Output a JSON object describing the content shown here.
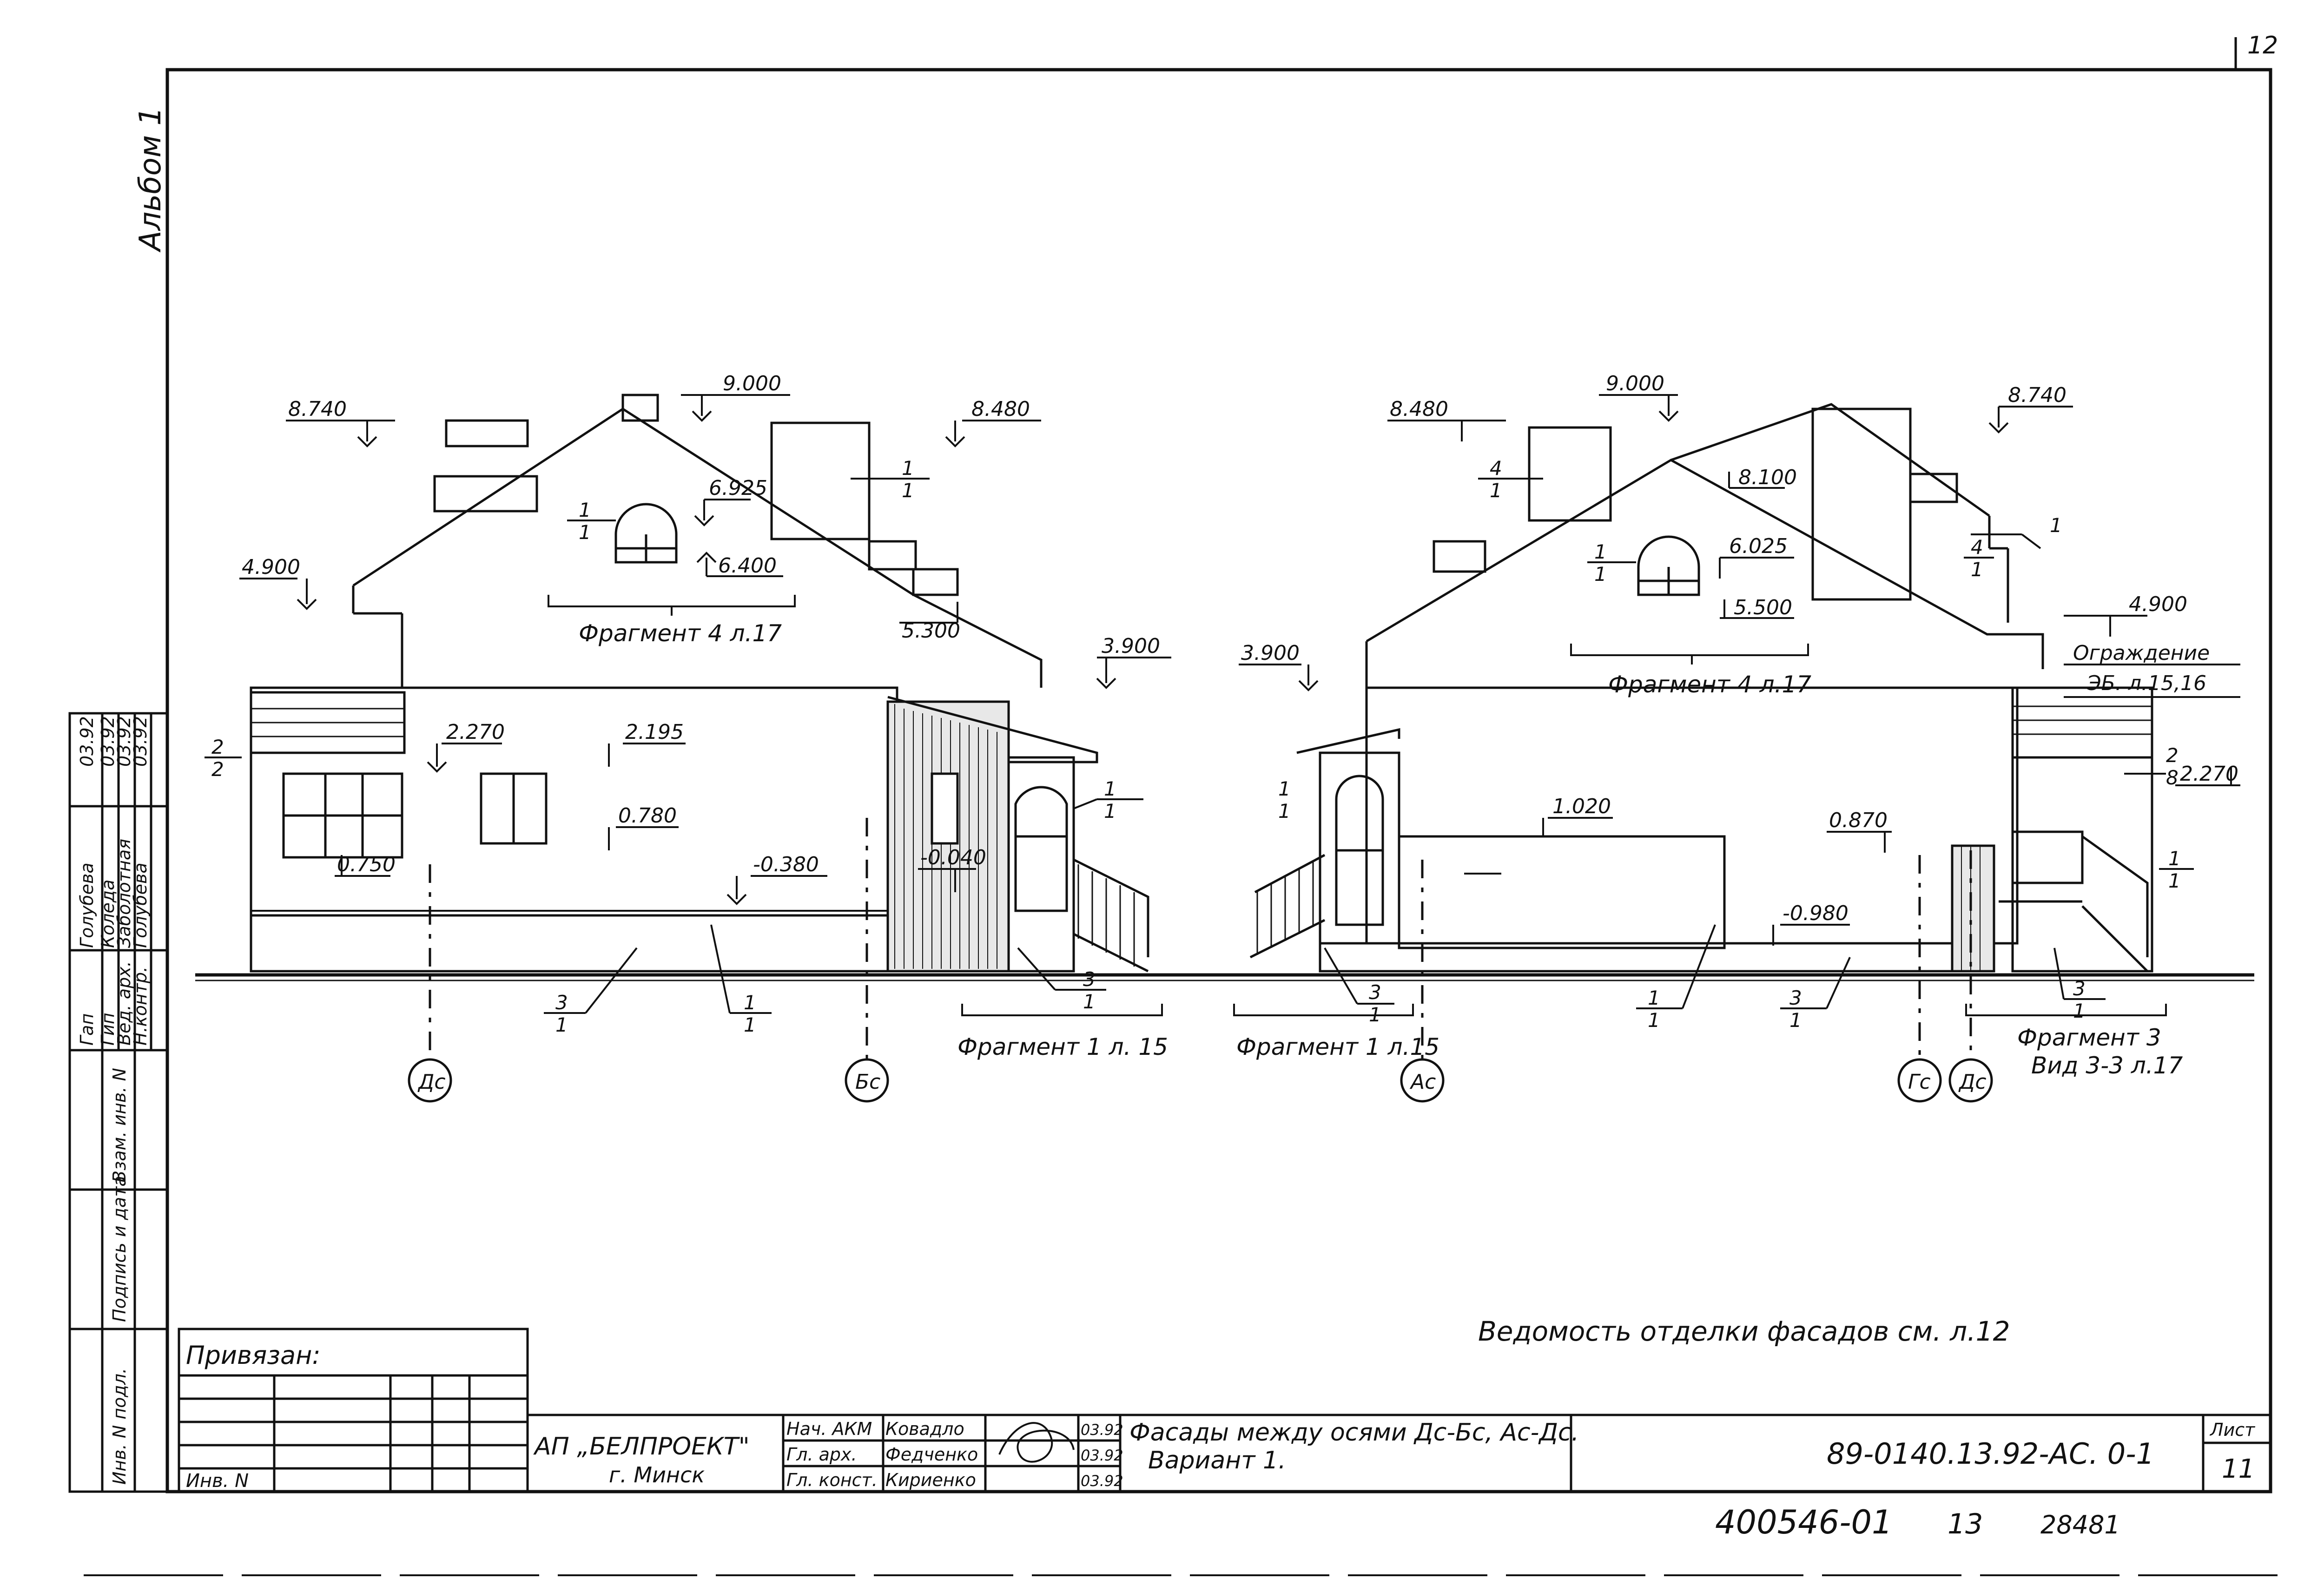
{
  "sheet_number_corner": "12",
  "album_label": "Альбом 1",
  "left_stamp": {
    "names": [
      "Голубева",
      "Коледа",
      "Заболотная",
      "Голубева"
    ],
    "roles": [
      "Гап",
      "Гип",
      "Вед. арх.",
      "Н.контр."
    ],
    "dates": [
      "03.92",
      "03.92",
      "03.92",
      "03.92"
    ],
    "sign_cols": [
      "Взам. инв. N",
      "Подпись и дата",
      "Инв. N подл."
    ]
  },
  "left_elevation": {
    "levels": [
      "8.740",
      "9.000",
      "8.480",
      "6.925",
      "6.400",
      "4.900",
      "5.300",
      "3.900",
      "2.270",
      "2.195",
      "0.780",
      "0.750",
      "-0.380",
      "-0.040"
    ],
    "fractions": [
      {
        "num": "1",
        "den": "1"
      },
      {
        "num": "1",
        "den": "1"
      },
      {
        "num": "2",
        "den": "2"
      },
      {
        "num": "1",
        "den": "1"
      },
      {
        "num": "3",
        "den": "1"
      },
      {
        "num": "1",
        "den": "1"
      },
      {
        "num": "3",
        "den": "1"
      }
    ],
    "fragment_top": "Фрагмент 4 л.17",
    "fragment_bottom": "Фрагмент 1 л. 15",
    "axes": [
      "Дс",
      "Бс"
    ]
  },
  "right_elevation": {
    "levels": [
      "9.000",
      "8.480",
      "8.740",
      "8.100",
      "6.025",
      "5.500",
      "4.900",
      "3.900",
      "1.020",
      "0.870",
      "-0.980",
      "2.270"
    ],
    "fractions": [
      {
        "num": "4",
        "den": "1"
      },
      {
        "num": "1",
        "den": "1"
      },
      {
        "num": "4",
        "den": "1"
      },
      {
        "num": "1",
        "den": ""
      },
      {
        "num": "1",
        "den": "1"
      },
      {
        "num": "3",
        "den": "1"
      },
      {
        "num": "1",
        "den": "1"
      },
      {
        "num": "3",
        "den": "1"
      },
      {
        "num": "2",
        "den": "8"
      },
      {
        "num": "1",
        "den": "1"
      },
      {
        "num": "3",
        "den": "1"
      }
    ],
    "fragment_top": "Фрагмент 4 л.17",
    "fragment_bottom_left": "Фрагмент 1 л.15",
    "fragment_bottom_right_1": "Фрагмент 3",
    "fragment_bottom_right_2": "Вид 3-3 л.17",
    "fence_1": "Ограждение",
    "fence_2": "ЭБ. л.15,16",
    "axes": [
      "Ас",
      "Гс",
      "Дс"
    ]
  },
  "note": "Ведомость отделки фасадов см. л.12",
  "title_block": {
    "privyazan": "Привязан:",
    "inv": "Инв. N",
    "org_1": "АП „БЕЛПРОЕКТ\"",
    "org_2": "г. Минск",
    "roles": [
      "Нач. АКМ",
      "Гл. арх.",
      "Гл. конст."
    ],
    "names": [
      "Ковадло",
      "Федченко",
      "Кириенко"
    ],
    "dates": [
      "03.92",
      "03.92",
      "03.92"
    ],
    "title_1": "Фасады между осями Дс-Бс, Ас-Дс.",
    "title_2": "Вариант 1.",
    "code": "89-0140.13.92-АС. 0-1",
    "sheet_label": "Лист",
    "sheet_no": "11"
  },
  "footer": {
    "num_1": "400546-01",
    "num_2": "13",
    "num_3": "28481"
  }
}
